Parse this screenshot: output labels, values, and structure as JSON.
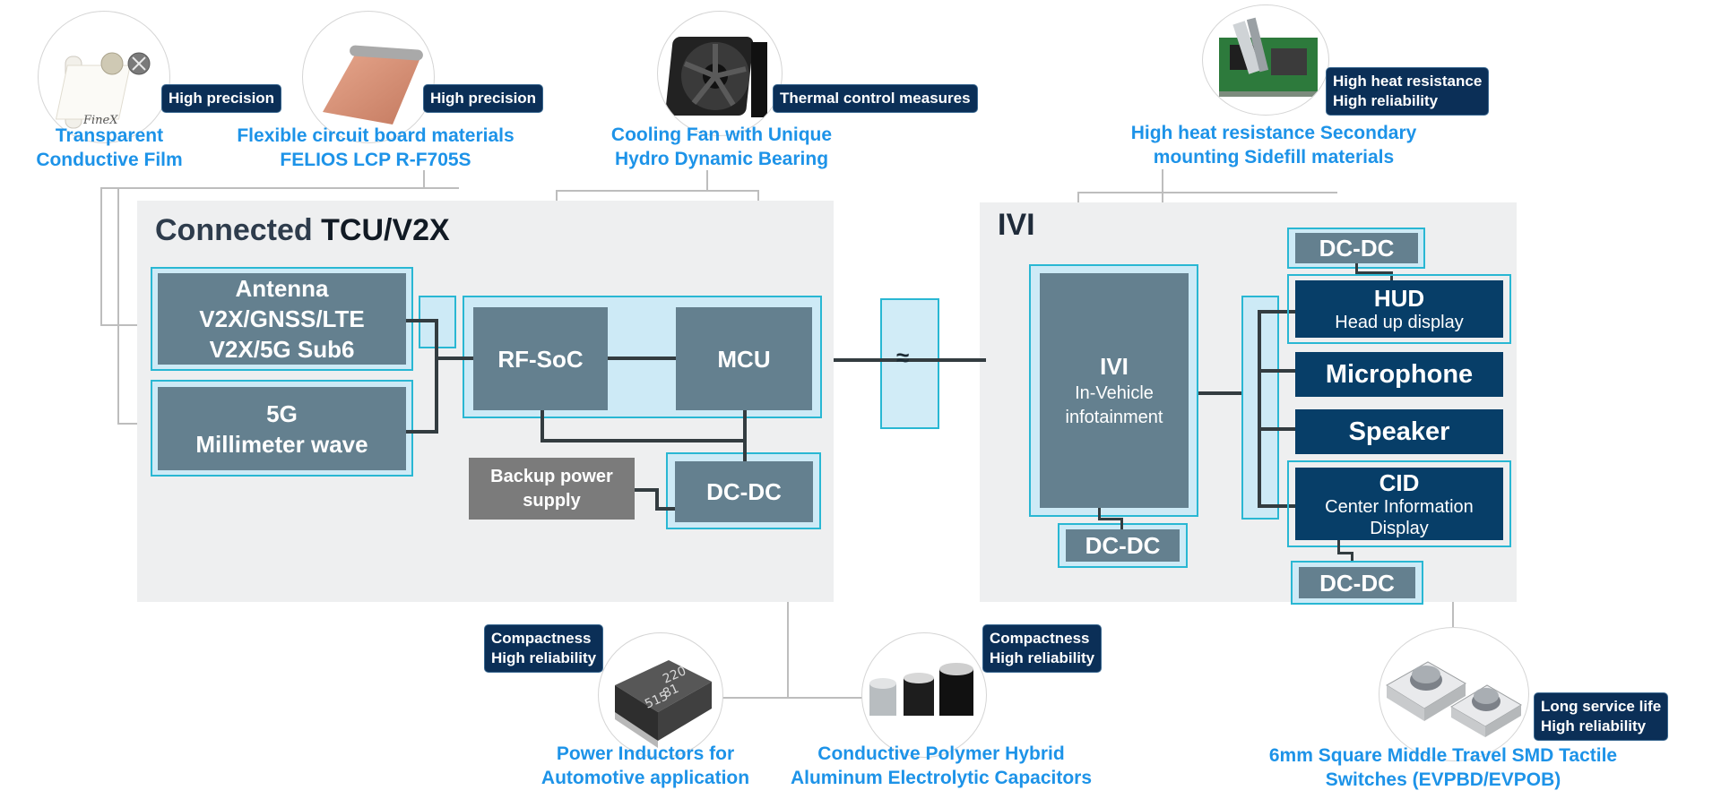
{
  "panels": {
    "tcu_title_prefix": "Connected ",
    "tcu_title_main": "TCU/V2X",
    "ivi_title": "IVI"
  },
  "blocks": {
    "antenna": [
      "Antenna",
      "V2X/GNSS/LTE",
      "V2X/5G Sub6"
    ],
    "millimeter": [
      "5G",
      "Millimeter wave"
    ],
    "rfsoc": "RF-SoC",
    "mcu": "MCU",
    "backup": [
      "Backup power",
      "supply"
    ],
    "tcu_dcdc": "DC-DC",
    "connector_symbol": "≈",
    "ivi": {
      "title": "IVI",
      "sub": [
        "In-Vehicle",
        "infotainment"
      ]
    },
    "ivi_dcdc": "DC-DC",
    "hud_dcdc": "DC-DC",
    "hud": {
      "title": "HUD",
      "sub": "Head up display"
    },
    "microphone": "Microphone",
    "speaker": "Speaker",
    "cid": {
      "title": "CID",
      "sub": [
        "Center Information",
        "Display"
      ]
    },
    "cid_dcdc": "DC-DC"
  },
  "products": {
    "film": {
      "caption": [
        "Transparent",
        "Conductive Film"
      ],
      "badge": [
        "High precision"
      ],
      "logo": "FineX"
    },
    "fpc": {
      "caption": [
        "Flexible circuit board materials",
        "FELIOS LCP R-F705S"
      ],
      "badge": [
        "High precision"
      ]
    },
    "fan": {
      "caption": [
        "Cooling Fan with Unique",
        "Hydro Dynamic Bearing"
      ],
      "badge": [
        "Thermal control measures"
      ]
    },
    "sidefill": {
      "caption": [
        "High heat resistance Secondary",
        "mounting Sidefill materials"
      ],
      "badge": [
        "High heat resistance",
        "High reliability"
      ]
    },
    "inductor": {
      "caption": [
        "Power Inductors for",
        "Automotive application"
      ],
      "badge": [
        "Compactness",
        "High reliability"
      ],
      "marking": [
        "220",
        "81",
        "515"
      ]
    },
    "capacitor": {
      "caption": [
        "Conductive Polymer Hybrid",
        "Aluminum Electrolytic Capacitors"
      ],
      "badge": [
        "Compactness",
        "High reliability"
      ]
    },
    "switch": {
      "caption": [
        "6mm Square Middle Travel SMD Tactile",
        "Switches (EVPBD/EVPOB)"
      ],
      "badge": [
        "Long service life",
        "High reliability"
      ]
    }
  },
  "icons": {
    "film": "film-roll-icon",
    "fpc": "copper-sheet-icon",
    "fan": "cooling-fan-icon",
    "sidefill": "dispenser-board-icon",
    "inductor": "inductor-chip-icon",
    "capacitor": "capacitor-cans-icon",
    "switch": "tactile-switch-icon"
  },
  "colors": {
    "caption": "#1d93e8",
    "badge": "#0b2f57",
    "block": "#64808f",
    "dark_block": "#073e68",
    "outline": "#29b7d3",
    "outline_fill": "#cdeaf6",
    "panel": "#eeeff0",
    "connector": "#333c40"
  }
}
